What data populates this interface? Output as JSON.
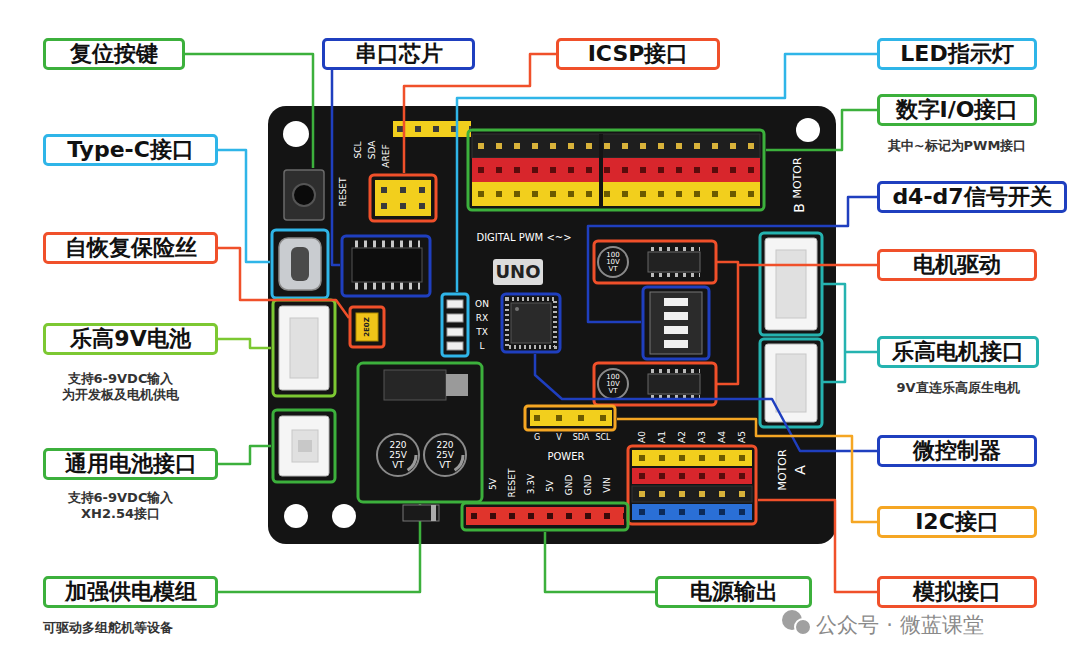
{
  "diagram": {
    "nodes": [
      {
        "text": [
          "复位按键"
        ]
      },
      {
        "text": [
          "串口芯片"
        ]
      },
      {
        "text": [
          "ICSP接口"
        ]
      },
      {
        "text": [
          "LED指示灯"
        ]
      },
      {
        "text": [
          "Type-C接口"
        ]
      },
      {
        "text": [
          "数字I/O接口",
          "其中~标记为PWM接口"
        ]
      },
      {
        "text": [
          "d4-d7信号开关"
        ]
      },
      {
        "text": [
          "自恢复保险丝"
        ]
      },
      {
        "text": [
          "电机驱动"
        ]
      },
      {
        "text": [
          "乐高9V电池",
          "支持6-9VDC输入 为开发板及电机供电"
        ]
      },
      {
        "text": [
          "乐高电机接口",
          "9V直连乐高原生电机"
        ]
      },
      {
        "text": [
          "微控制器"
        ]
      },
      {
        "text": [
          "通用电池接口",
          "支持6-9VDC输入 XH2.54接口"
        ]
      },
      {
        "text": [
          "I2C接口"
        ]
      },
      {
        "text": [
          "加强供电模组",
          "可驱动多组舵机等设备"
        ]
      },
      {
        "text": [
          "电源输出"
        ]
      },
      {
        "text": [
          "模拟接口"
        ]
      }
    ],
    "labels": [
      "RESET",
      "SCL",
      "SDA",
      "AREF",
      "DIGITAL PWM <~>",
      "UNO",
      "ON",
      "RX",
      "TX",
      "L",
      "100",
      "10V",
      "VT",
      "100",
      "10V",
      "VT",
      "220",
      "25V",
      "VT",
      "220",
      "25V",
      "VT",
      "2E0Z",
      "POWER",
      "5V",
      "RESET",
      "3.3V",
      "5V",
      "GND",
      "GND",
      "VIN",
      "A0",
      "A1",
      "A2",
      "A3",
      "A4",
      "A5",
      "G",
      "V",
      "SDA",
      "SCL",
      "MOTOR",
      "B",
      "MOTOR",
      "A",
      "公众号 · 微蓝课堂"
    ]
  }
}
